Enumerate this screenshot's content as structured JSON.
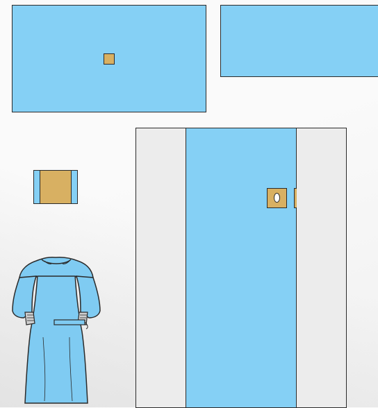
{
  "colors": {
    "drape_blue": "#85d0f5",
    "tape_tan": "#d8b062",
    "side_grey": "#ececec",
    "outline": "#2a2a2a",
    "gown_blue": "#7fcbf2",
    "cuff_grey": "#cfcfcf"
  },
  "items": {
    "top_left_drape": {
      "kind": "drape",
      "adhesive_tape": true
    },
    "top_right_drape": {
      "kind": "drape",
      "adhesive_tape": false
    },
    "towel": {
      "kind": "absorbent towel"
    },
    "main_drape": {
      "kind": "fenestrated drape",
      "fenestrations": 2
    },
    "gown": {
      "kind": "surgical gown",
      "icon": "gown-icon"
    }
  }
}
